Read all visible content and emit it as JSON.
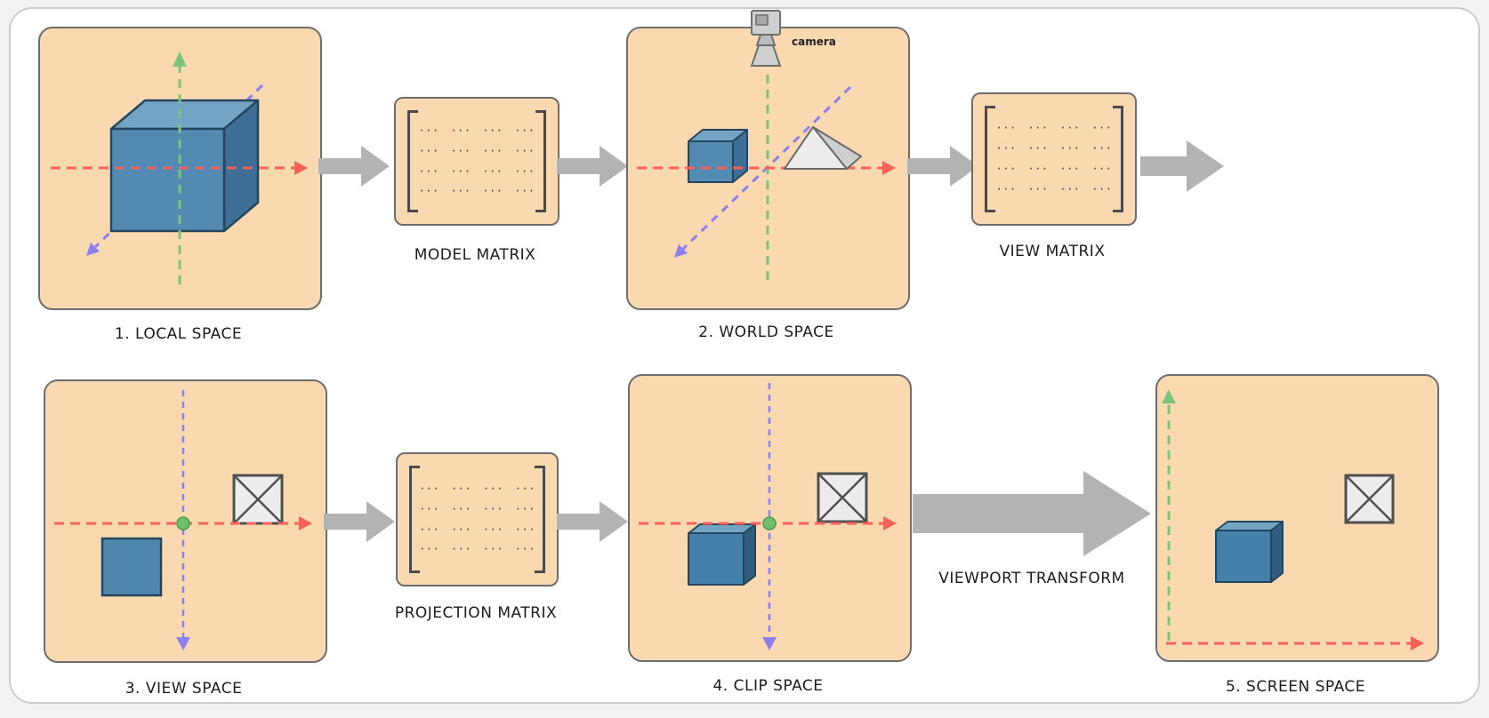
{
  "diagram": {
    "stages": {
      "local_space": "1. LOCAL SPACE",
      "world_space": "2. WORLD SPACE",
      "view_space": "3. VIEW SPACE",
      "clip_space": "4. CLIP SPACE",
      "screen_space": "5. SCREEN SPACE"
    },
    "matrices": {
      "model": "MODEL MATRIX",
      "view": "VIEW MATRIX",
      "projection": "PROJECTION MATRIX"
    },
    "transforms": {
      "viewport": "VIEWPORT TRANSFORM"
    },
    "camera_label": "camera",
    "matrix_placeholder": "··· ··· ··· ···\n··· ··· ··· ···\n··· ··· ··· ···\n··· ··· ··· ···",
    "colors": {
      "panel_fill": "#fbd9b0",
      "panel_border": "#6d6d6d",
      "arrow_gray": "#b3b3b3",
      "x_axis_red": "#f8605a",
      "y_axis_green": "#7cc47c",
      "z_axis_purple": "#8b80ee",
      "object_blue": "#4f86ad"
    }
  }
}
